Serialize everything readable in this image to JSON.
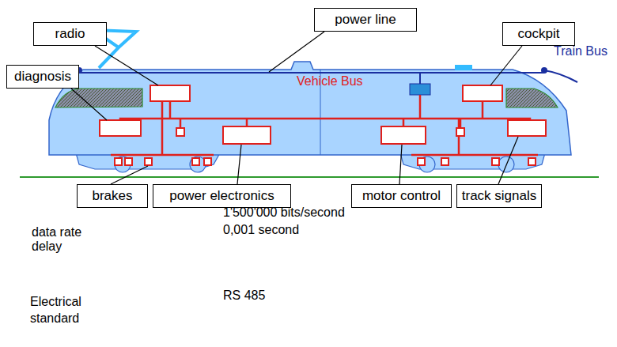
{
  "diagram": {
    "nodes": [
      {
        "text": [
          "radio"
        ]
      },
      {
        "text": [
          "power line"
        ]
      },
      {
        "text": [
          "cockpit"
        ]
      },
      {
        "text": [
          "diagnosis"
        ]
      },
      {
        "text": [
          "brakes"
        ]
      },
      {
        "text": [
          "power electronics"
        ]
      },
      {
        "text": [
          "motor control"
        ]
      },
      {
        "text": [
          "track signals"
        ]
      }
    ],
    "edges": [],
    "labels": [
      "Vehicle Bus",
      "Train Bus",
      "data rate",
      "delay",
      "1'500'000 bits/second",
      "0,001 second",
      "Electrical standard",
      "RS 485"
    ]
  }
}
